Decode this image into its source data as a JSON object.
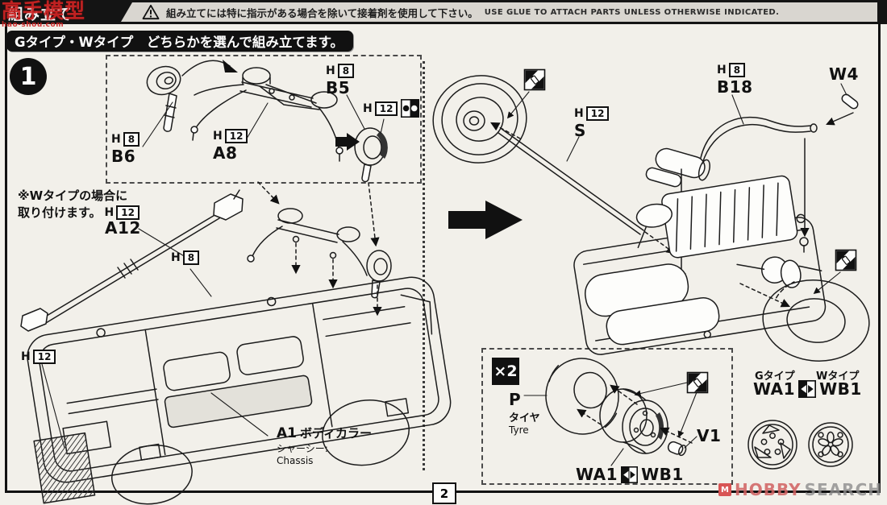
{
  "top_bar": {
    "title": "組み立て",
    "warning_jp": "組み立てには特に指示がある場合を除いて接着剤を使用して下さい。",
    "warning_en": "USE GLUE TO ATTACH PARTS UNLESS OTHERWISE INDICATED."
  },
  "header": "Gタイプ・Wタイプ　どちらかを選んで組み立てます。",
  "step_number": "1",
  "note_line1": "※Wタイプの場合に",
  "note_line2": "取り付けます。",
  "labels": {
    "b6": {
      "h": "H",
      "num": "8",
      "code": "B6"
    },
    "a8": {
      "h": "H",
      "num": "12",
      "code": "A8"
    },
    "b5": {
      "h": "H",
      "num": "8",
      "code": "B5"
    },
    "h12_choose": {
      "h": "H",
      "num": "12"
    },
    "h12_note": {
      "h": "H",
      "num": "12"
    },
    "a12": {
      "code": "A12"
    },
    "h8_chassis": {
      "h": "H",
      "num": "8"
    },
    "h12_radiator": {
      "h": "H",
      "num": "12"
    },
    "a1": {
      "code": "A1",
      "name": "ボディカラー",
      "sub_jp": "シャーシー:",
      "sub_en": "Chassis"
    },
    "s": {
      "h": "H",
      "num": "12",
      "code": "S"
    },
    "b18": {
      "h": "H",
      "num": "8",
      "code": "B18"
    },
    "w4": {
      "code": "W4"
    },
    "x2": "×2",
    "p": {
      "code": "P",
      "name_jp": "タイヤ",
      "name_en": "Tyre"
    },
    "v1": {
      "code": "V1"
    },
    "wa1": {
      "code": "WA1"
    },
    "wb1": {
      "code": "WB1"
    },
    "g_type": "Gタイプ",
    "w_type": "Wタイプ",
    "wa1_right": {
      "code": "WA1"
    },
    "wb1_right": {
      "code": "WB1"
    }
  },
  "page_number": "2",
  "watermarks": {
    "top_left_text": "高手模型",
    "top_left_url": "hao-shou.com",
    "bottom_right_1": "HOBBY",
    "bottom_right_2": "SEARCH"
  },
  "colors": {
    "ink": "#1c1c1c",
    "paper": "#f2f0ea",
    "accent_red": "#cf2323"
  }
}
